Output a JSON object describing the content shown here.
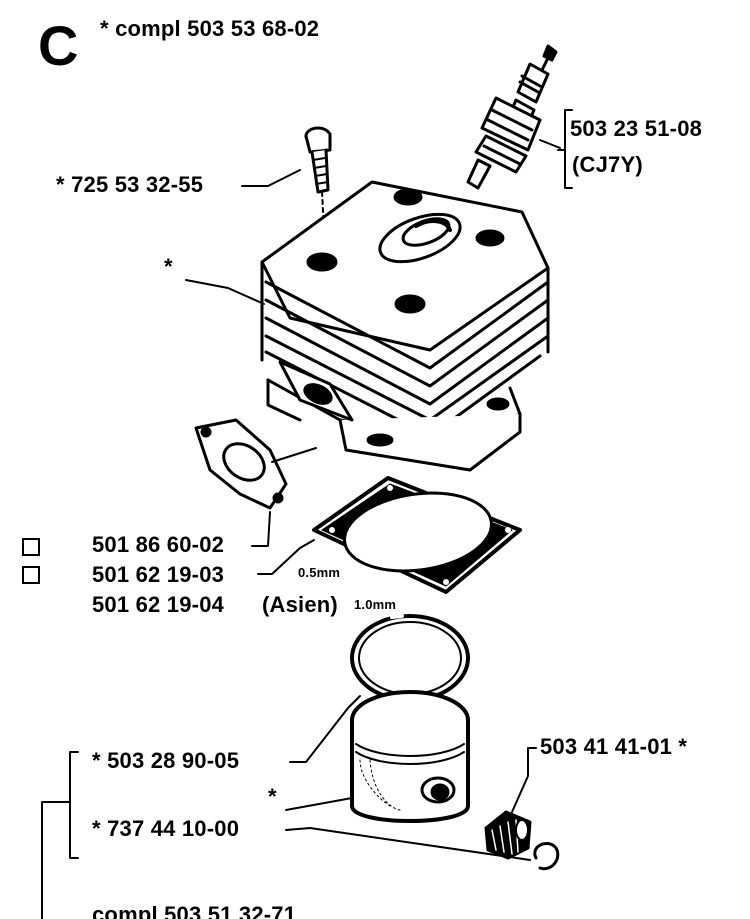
{
  "section": {
    "letter": "C"
  },
  "labels": {
    "assembly": "* compl 503 53 68-02",
    "bolt": "* 725 53 32-55",
    "spark_plug_part": "503 23 51-08",
    "spark_plug_type": "(CJ7Y)",
    "cylinder_star": "*",
    "gasket_intake": "501 86 60-02",
    "gasket_base_a": "501 62 19-03",
    "gasket_base_b": "501 62 19-04",
    "asien": "(Asien)",
    "thickness_a": "0.5mm",
    "thickness_b": "1.0mm",
    "piston_ring": "* 503 28 90-05",
    "piston_star": "*",
    "piston_pin": "* 737 44 10-00",
    "needle_bearing": "503 41 41-01  *",
    "bottom_assembly": "compl 503 51 32-71"
  },
  "icons": [
    "checkbox-icon",
    "checkbox-icon"
  ]
}
